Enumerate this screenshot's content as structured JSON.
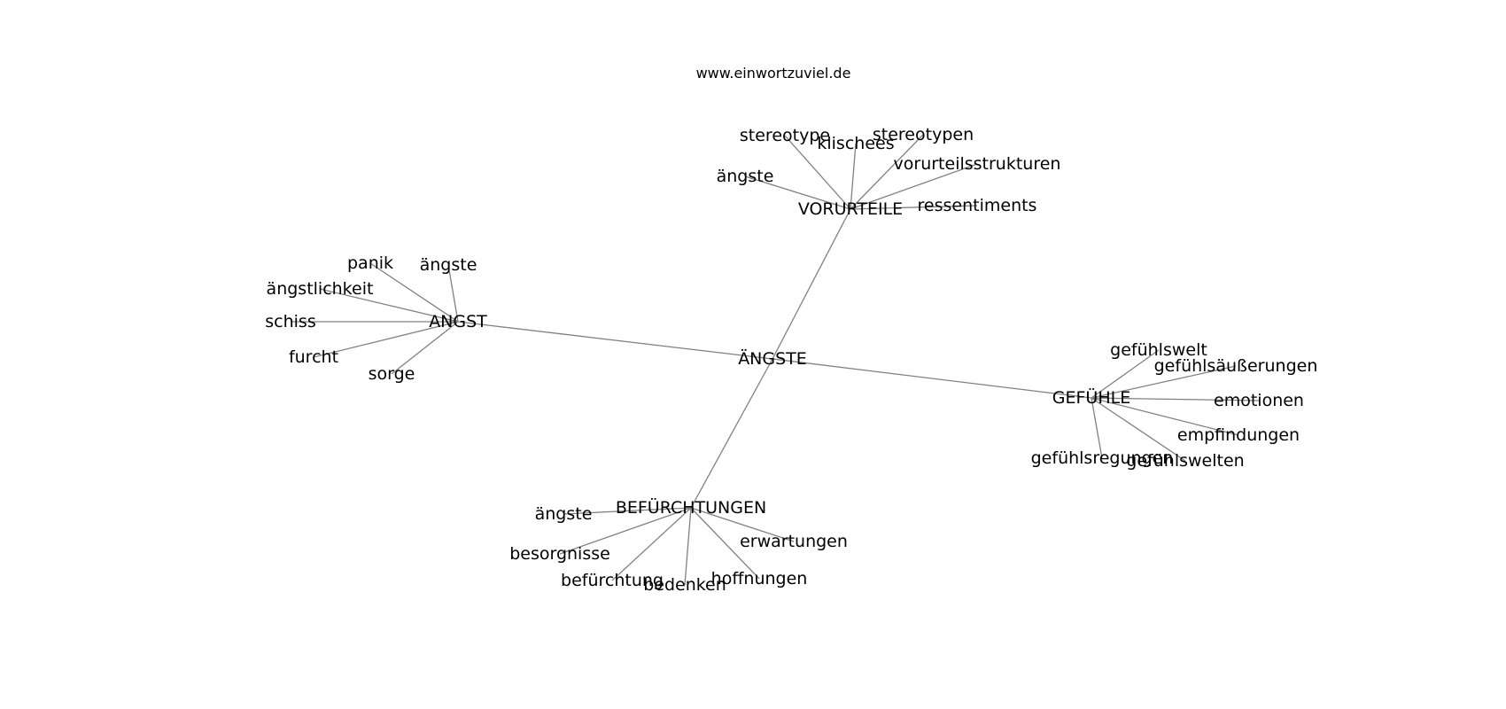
{
  "site_title": "www.einwortzuviel.de",
  "colors": {
    "edge": "#808080",
    "text": "#000000",
    "background": "#ffffff"
  },
  "nodes": [
    {
      "id": "center",
      "label": "ÄNGSTE"
    },
    {
      "id": "angst",
      "label": "ANGST"
    },
    {
      "id": "vorurteile",
      "label": "VORURTEILE"
    },
    {
      "id": "gefuehle",
      "label": "GEFÜHLE"
    },
    {
      "id": "befuerchtungen",
      "label": "BEFÜRCHTUNGEN"
    },
    {
      "id": "a-panik",
      "label": "panik"
    },
    {
      "id": "a-aengste",
      "label": "ängste"
    },
    {
      "id": "a-aengstlichkeit",
      "label": "ängstlichkeit"
    },
    {
      "id": "a-schiss",
      "label": "schiss"
    },
    {
      "id": "a-furcht",
      "label": "furcht"
    },
    {
      "id": "a-sorge",
      "label": "sorge"
    },
    {
      "id": "v-stereotype",
      "label": "stereotype"
    },
    {
      "id": "v-klischees",
      "label": "klischees"
    },
    {
      "id": "v-stereotypen",
      "label": "stereotypen"
    },
    {
      "id": "v-vorurteilsstrukturen",
      "label": "vorurteilsstrukturen"
    },
    {
      "id": "v-aengste",
      "label": "ängste"
    },
    {
      "id": "v-ressentiments",
      "label": "ressentiments"
    },
    {
      "id": "g-gefuehlswelt",
      "label": "gefühlswelt"
    },
    {
      "id": "g-gefuehlsaeusserungen",
      "label": "gefühlsäußerungen"
    },
    {
      "id": "g-emotionen",
      "label": "emotionen"
    },
    {
      "id": "g-empfindungen",
      "label": "empfindungen"
    },
    {
      "id": "g-gefuehlsregungen",
      "label": "gefühlsregungen"
    },
    {
      "id": "g-gefuehlswelten",
      "label": "gefühlswelten"
    },
    {
      "id": "b-aengste",
      "label": "ängste"
    },
    {
      "id": "b-besorgnisse",
      "label": "besorgnisse"
    },
    {
      "id": "b-befuerchtung",
      "label": "befürchtung"
    },
    {
      "id": "b-bedenken",
      "label": "bedenken"
    },
    {
      "id": "b-hoffnungen",
      "label": "hoffnungen"
    },
    {
      "id": "b-erwartungen",
      "label": "erwartungen"
    }
  ],
  "edges": [
    [
      "center",
      "angst"
    ],
    [
      "center",
      "vorurteile"
    ],
    [
      "center",
      "gefuehle"
    ],
    [
      "center",
      "befuerchtungen"
    ],
    [
      "angst",
      "a-panik"
    ],
    [
      "angst",
      "a-aengste"
    ],
    [
      "angst",
      "a-aengstlichkeit"
    ],
    [
      "angst",
      "a-schiss"
    ],
    [
      "angst",
      "a-furcht"
    ],
    [
      "angst",
      "a-sorge"
    ],
    [
      "vorurteile",
      "v-stereotype"
    ],
    [
      "vorurteile",
      "v-klischees"
    ],
    [
      "vorurteile",
      "v-stereotypen"
    ],
    [
      "vorurteile",
      "v-vorurteilsstrukturen"
    ],
    [
      "vorurteile",
      "v-aengste"
    ],
    [
      "vorurteile",
      "v-ressentiments"
    ],
    [
      "gefuehle",
      "g-gefuehlswelt"
    ],
    [
      "gefuehle",
      "g-gefuehlsaeusserungen"
    ],
    [
      "gefuehle",
      "g-emotionen"
    ],
    [
      "gefuehle",
      "g-empfindungen"
    ],
    [
      "gefuehle",
      "g-gefuehlsregungen"
    ],
    [
      "gefuehle",
      "g-gefuehlswelten"
    ],
    [
      "befuerchtungen",
      "b-aengste"
    ],
    [
      "befuerchtungen",
      "b-besorgnisse"
    ],
    [
      "befuerchtungen",
      "b-befuerchtung"
    ],
    [
      "befuerchtungen",
      "b-bedenken"
    ],
    [
      "befuerchtungen",
      "b-hoffnungen"
    ],
    [
      "befuerchtungen",
      "b-erwartungen"
    ]
  ]
}
